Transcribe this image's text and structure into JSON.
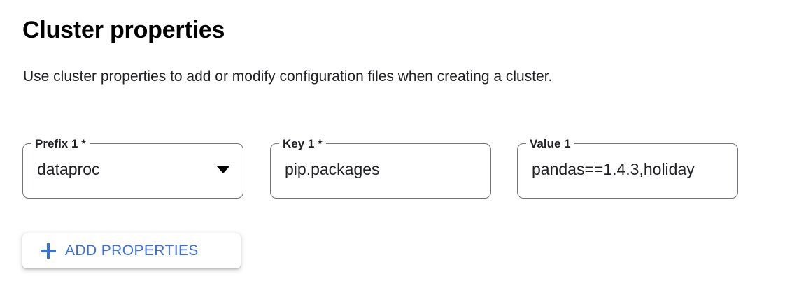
{
  "section": {
    "title": "Cluster properties",
    "description": "Use cluster properties to add or modify configuration files when creating a cluster."
  },
  "fields": [
    {
      "label": "Prefix 1 *",
      "value": "dataproc",
      "type": "select",
      "icon": "chevron-down-icon",
      "required": true
    },
    {
      "label": "Key 1 *",
      "value": "pip.packages",
      "type": "text",
      "required": true
    },
    {
      "label": "Value 1",
      "value": "pandas==1.4.3,holiday",
      "type": "text",
      "required": false
    }
  ],
  "actions": {
    "add_properties_label": "ADD PROPERTIES",
    "add_properties_icon": "plus-icon",
    "accent_color": "#3b6fdd"
  },
  "colors": {
    "text": "#202124",
    "field_border": "#70757a",
    "background": "#ffffff"
  }
}
